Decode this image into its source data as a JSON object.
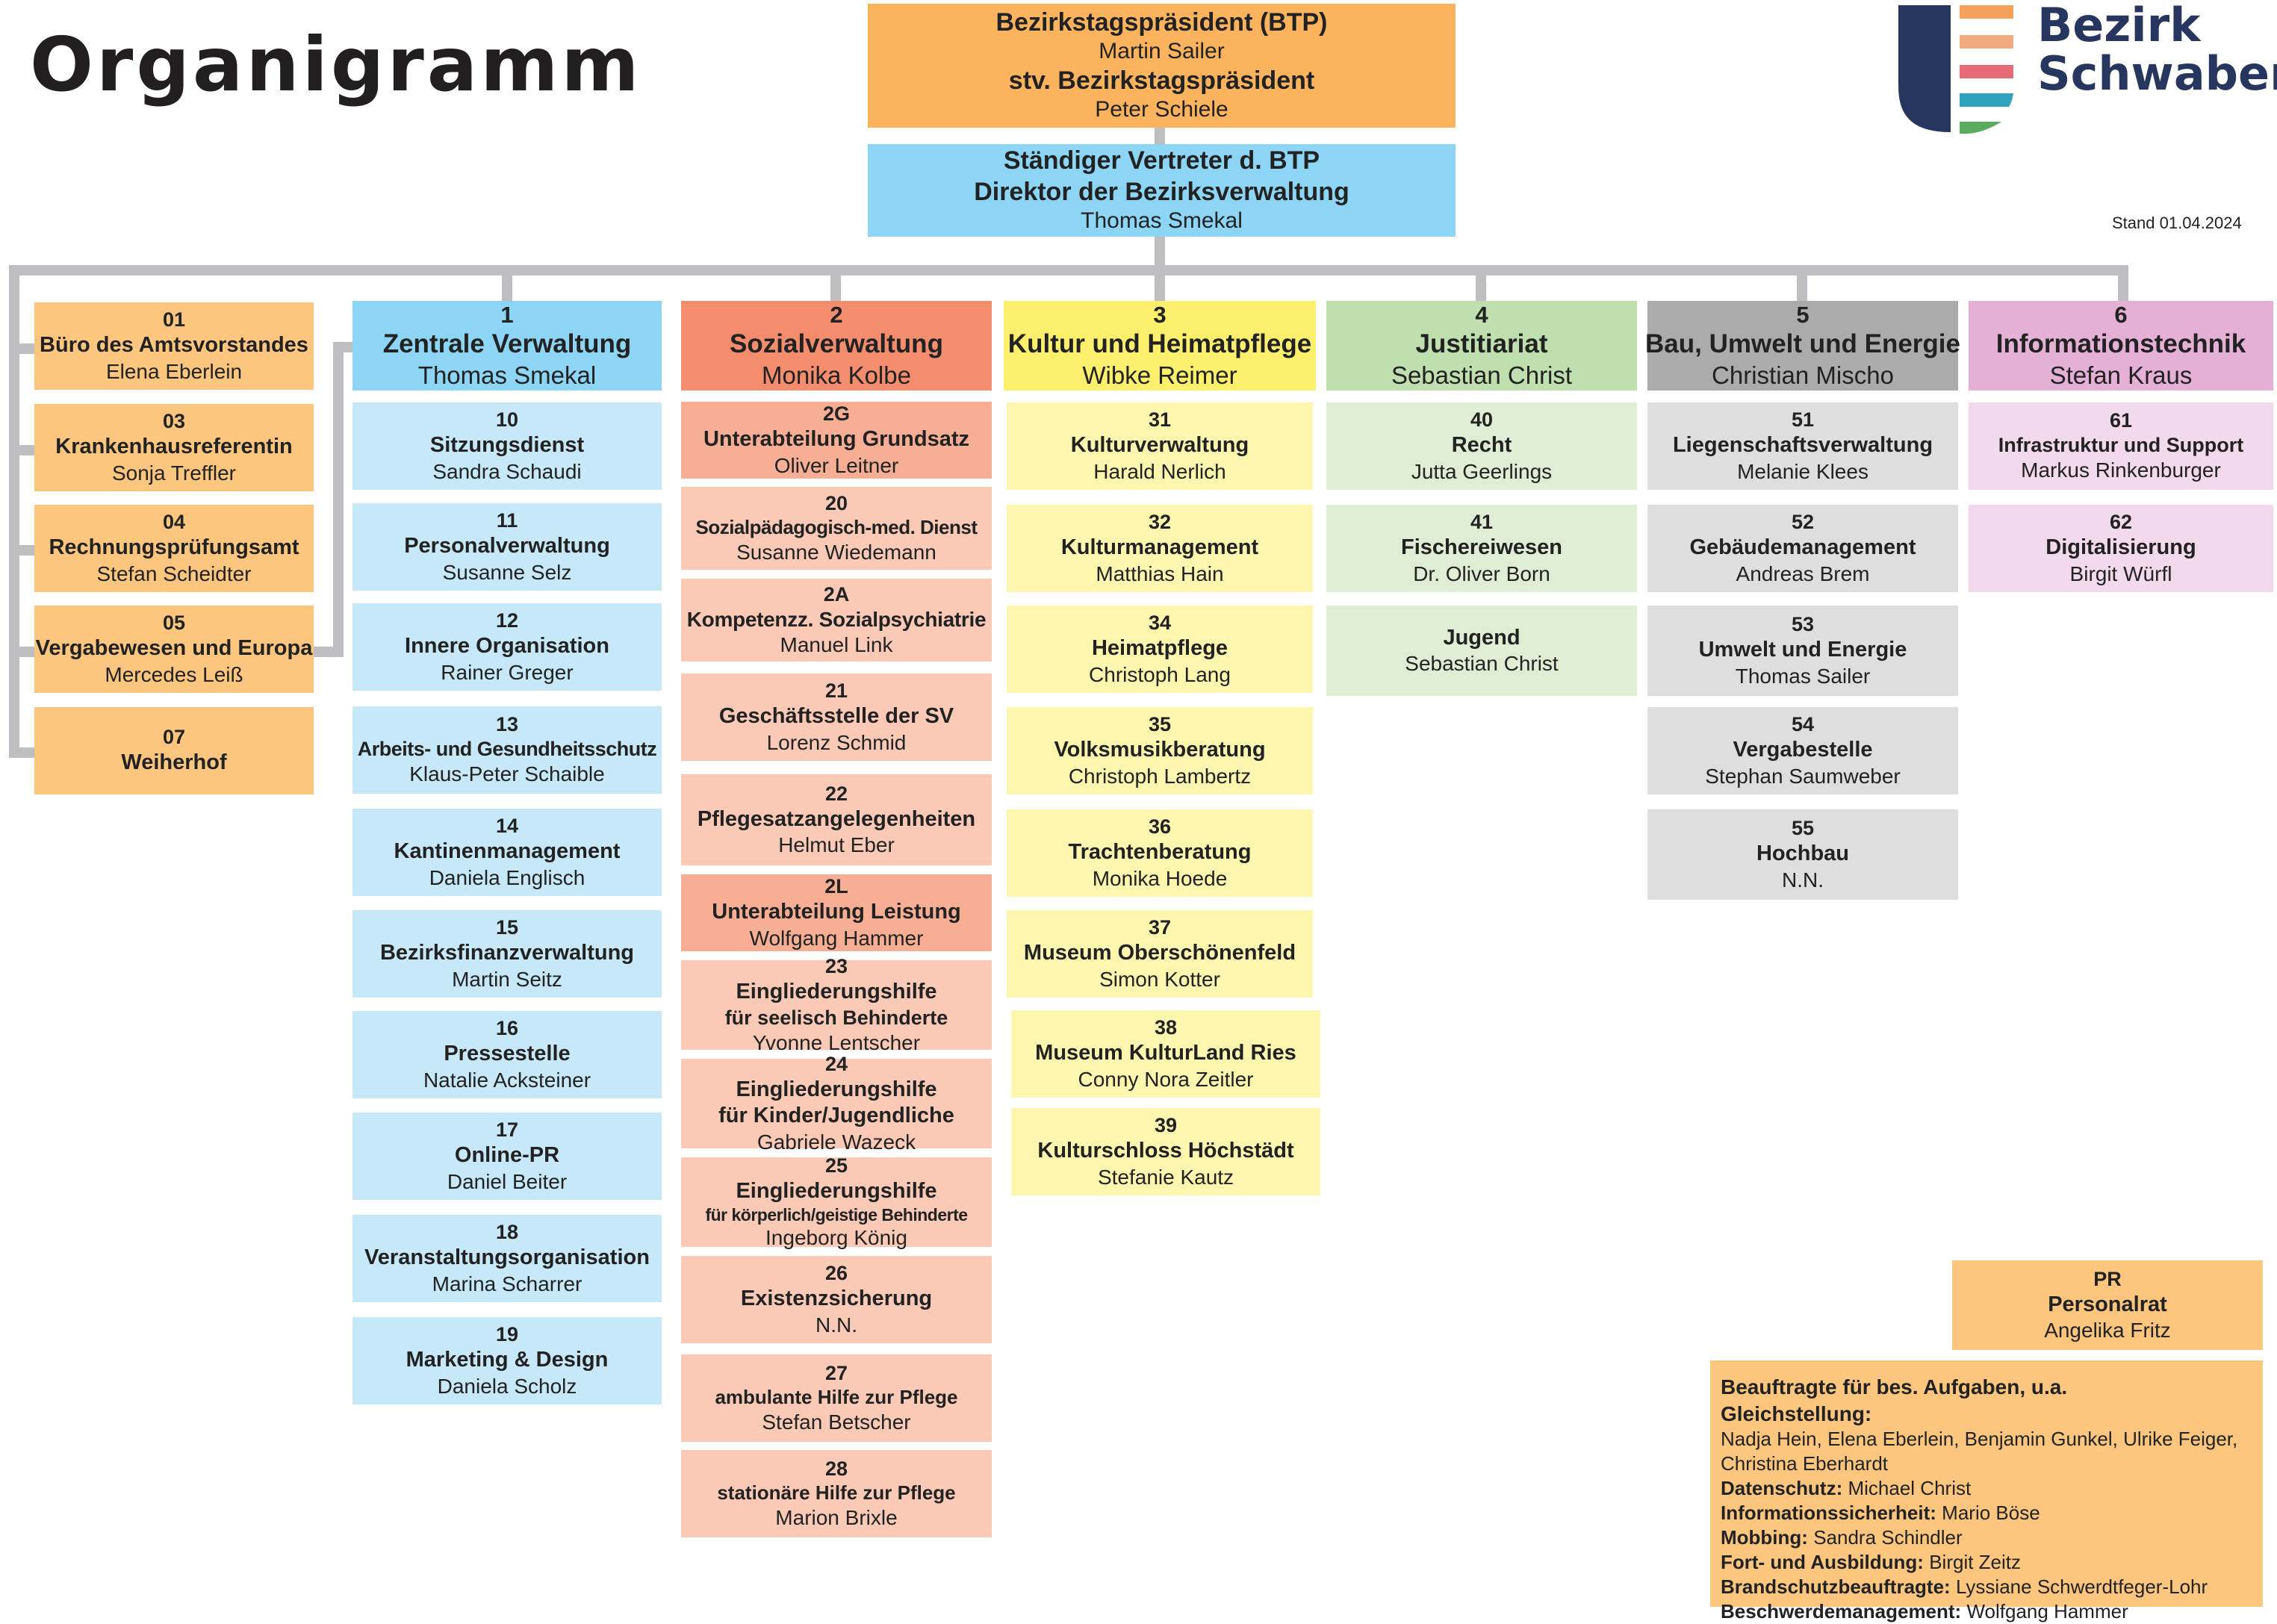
{
  "title": "Organigramm",
  "logo": {
    "line1": "Bezirk",
    "line2": "Schwaben",
    "stripe_colors": [
      "#f6a15a",
      "#f0ac7c",
      "#e46a74",
      "#2fa3be",
      "#5aab5e"
    ],
    "shield_color": "#27365e"
  },
  "stand": "Stand 01.04.2024",
  "colors": {
    "lines": "#bfbfc3",
    "staff": "#fcc67f",
    "d1_head": "#8dd5f4",
    "d1_item": "#c6e8f8",
    "d2_head": "#f48d6e",
    "d2_sub": "#f6ae94",
    "d2_item": "#facab7",
    "d3_head": "#fbef6c",
    "d3_item": "#fdf6ae",
    "d4_head": "#c0dfae",
    "d4_item": "#e0edd5",
    "d5_head": "#ababab",
    "d5_item": "#dededf",
    "d6_head": "#e4b0d6",
    "d6_item": "#f2d9ec",
    "top1": "#fbb45d",
    "top2": "#8dd5f4"
  },
  "top": {
    "btp_title": "Bezirkstagspräsident (BTP)",
    "btp_name": "Martin Sailer",
    "stv_title": "stv. Bezirkstagspräsident",
    "stv_name": "Peter Schiele",
    "vertreter_line1": "Ständiger Vertreter d. BTP",
    "vertreter_line2": "Direktor der Bezirksverwaltung",
    "vertreter_name": "Thomas Smekal"
  },
  "staff": [
    {
      "num": "01",
      "name": "Büro des Amtsvorstandes",
      "person": "Elena Eberlein"
    },
    {
      "num": "03",
      "name": "Krankenhausreferentin",
      "person": "Sonja Treffler"
    },
    {
      "num": "04",
      "name": "Rechnungsprüfungsamt",
      "person": "Stefan Scheidter"
    },
    {
      "num": "05",
      "name": "Vergabewesen und Europa",
      "person": "Mercedes Leiß"
    },
    {
      "num": "07",
      "name": "Weiherhof",
      "person": ""
    }
  ],
  "departments": [
    {
      "num": "1",
      "name": "Zentrale Verwaltung",
      "person": "Thomas Smekal",
      "units": [
        {
          "num": "10",
          "name": "Sitzungsdienst",
          "person": "Sandra Schaudi"
        },
        {
          "num": "11",
          "name": "Personalverwaltung",
          "person": "Susanne Selz"
        },
        {
          "num": "12",
          "name": "Innere Organisation",
          "person": "Rainer Greger"
        },
        {
          "num": "13",
          "name": "Arbeits- und Gesundheitsschutz",
          "person": "Klaus-Peter Schaible"
        },
        {
          "num": "14",
          "name": "Kantinenmanagement",
          "person": "Daniela Englisch"
        },
        {
          "num": "15",
          "name": "Bezirksfinanzverwaltung",
          "person": "Martin Seitz"
        },
        {
          "num": "16",
          "name": "Pressestelle",
          "person": "Natalie Acksteiner"
        },
        {
          "num": "17",
          "name": "Online-PR",
          "person": "Daniel Beiter"
        },
        {
          "num": "18",
          "name": "Veranstaltungsorganisation",
          "person": "Marina Scharrer"
        },
        {
          "num": "19",
          "name": "Marketing & Design",
          "person": "Daniela Scholz"
        }
      ]
    },
    {
      "num": "2",
      "name": "Sozialverwaltung",
      "person": "Monika Kolbe",
      "units": [
        {
          "num": "2G",
          "name": "Unterabteilung Grundsatz",
          "person": "Oliver Leitner"
        },
        {
          "num": "20",
          "name": "Sozialpädagogisch-med. Dienst",
          "person": "Susanne Wiedemann"
        },
        {
          "num": "2A",
          "name": "Kompetenzz. Sozialpsychiatrie",
          "person": "Manuel Link"
        },
        {
          "num": "21",
          "name": "Geschäftsstelle der SV",
          "person": "Lorenz Schmid"
        },
        {
          "num": "22",
          "name": "Pflegesatzangelegenheiten",
          "person": "Helmut Eber"
        },
        {
          "num": "2L",
          "name": "Unterabteilung Leistung",
          "person": "Wolfgang Hammer"
        },
        {
          "num": "23",
          "name": "Eingliederungshilfe",
          "name2": "für seelisch Behinderte",
          "person": "Yvonne Lentscher"
        },
        {
          "num": "24",
          "name": "Eingliederungshilfe",
          "name2": "für Kinder/Jugendliche",
          "person": "Gabriele Wazeck"
        },
        {
          "num": "25",
          "name": "Eingliederungshilfe",
          "name2": "für körperlich/geistige Behinderte",
          "person": "Ingeborg König"
        },
        {
          "num": "26",
          "name": "Existenzsicherung",
          "person": "N.N."
        },
        {
          "num": "27",
          "name": "ambulante Hilfe zur Pflege",
          "person": "Stefan Betscher"
        },
        {
          "num": "28",
          "name": "stationäre Hilfe zur Pflege",
          "person": "Marion Brixle"
        }
      ]
    },
    {
      "num": "3",
      "name": "Kultur und Heimatpflege",
      "person": "Wibke Reimer",
      "units": [
        {
          "num": "31",
          "name": "Kulturverwaltung",
          "person": "Harald Nerlich"
        },
        {
          "num": "32",
          "name": "Kulturmanagement",
          "person": "Matthias Hain"
        },
        {
          "num": "34",
          "name": "Heimatpflege",
          "person": "Christoph Lang"
        },
        {
          "num": "35",
          "name": "Volksmusikberatung",
          "person": "Christoph Lambertz"
        },
        {
          "num": "36",
          "name": "Trachtenberatung",
          "person": "Monika Hoede"
        },
        {
          "num": "37",
          "name": "Museum Oberschönenfeld",
          "person": "Simon Kotter"
        },
        {
          "num": "38",
          "name": "Museum KulturLand Ries",
          "person": "Conny Nora Zeitler"
        },
        {
          "num": "39",
          "name": "Kulturschloss Höchstädt",
          "person": "Stefanie Kautz"
        }
      ]
    },
    {
      "num": "4",
      "name": "Justitiariat",
      "person": "Sebastian Christ",
      "units": [
        {
          "num": "40",
          "name": "Recht",
          "person": "Jutta Geerlings"
        },
        {
          "num": "41",
          "name": "Fischereiwesen",
          "person": "Dr. Oliver Born"
        },
        {
          "num": "",
          "name": "Jugend",
          "person": "Sebastian Christ"
        }
      ]
    },
    {
      "num": "5",
      "name": "Bau, Umwelt und Energie",
      "person": "Christian Mischo",
      "units": [
        {
          "num": "51",
          "name": "Liegenschaftsverwaltung",
          "person": "Melanie Klees"
        },
        {
          "num": "52",
          "name": "Gebäudemanagement",
          "person": "Andreas Brem"
        },
        {
          "num": "53",
          "name": "Umwelt und Energie",
          "person": "Thomas Sailer"
        },
        {
          "num": "54",
          "name": "Vergabestelle",
          "person": "Stephan Saumweber"
        },
        {
          "num": "55",
          "name": "Hochbau",
          "person": "N.N."
        }
      ]
    },
    {
      "num": "6",
      "name": "Informationstechnik",
      "person": "Stefan Kraus",
      "units": [
        {
          "num": "61",
          "name": "Infrastruktur und Support",
          "person": "Markus Rinkenburger"
        },
        {
          "num": "62",
          "name": "Digitalisierung",
          "person": "Birgit Würfl"
        }
      ]
    }
  ],
  "personalrat": {
    "num": "PR",
    "name": "Personalrat",
    "person": "Angelika Fritz"
  },
  "beauftragte": {
    "heading": "Beauftragte für bes. Aufgaben, u.a.",
    "gleich_label": "Gleichstellung:",
    "gleich_text": "Nadja Hein, Elena Eberlein, Benjamin Gunkel, Ulrike Feiger, Christina Eberhardt",
    "items": [
      {
        "label": "Datenschutz:",
        "value": "Michael Christ"
      },
      {
        "label": "Informationssicherheit:",
        "value": "Mario Böse"
      },
      {
        "label": "Mobbing:",
        "value": "Sandra Schindler"
      },
      {
        "label": "Fort- und Ausbildung:",
        "value": "Birgit Zeitz"
      },
      {
        "label": "Brandschutzbeauftragte:",
        "value": "Lyssiane Schwerdtfeger-Lohr"
      },
      {
        "label": "Beschwerdemanagement:",
        "value": "Wolfgang Hammer"
      }
    ]
  }
}
